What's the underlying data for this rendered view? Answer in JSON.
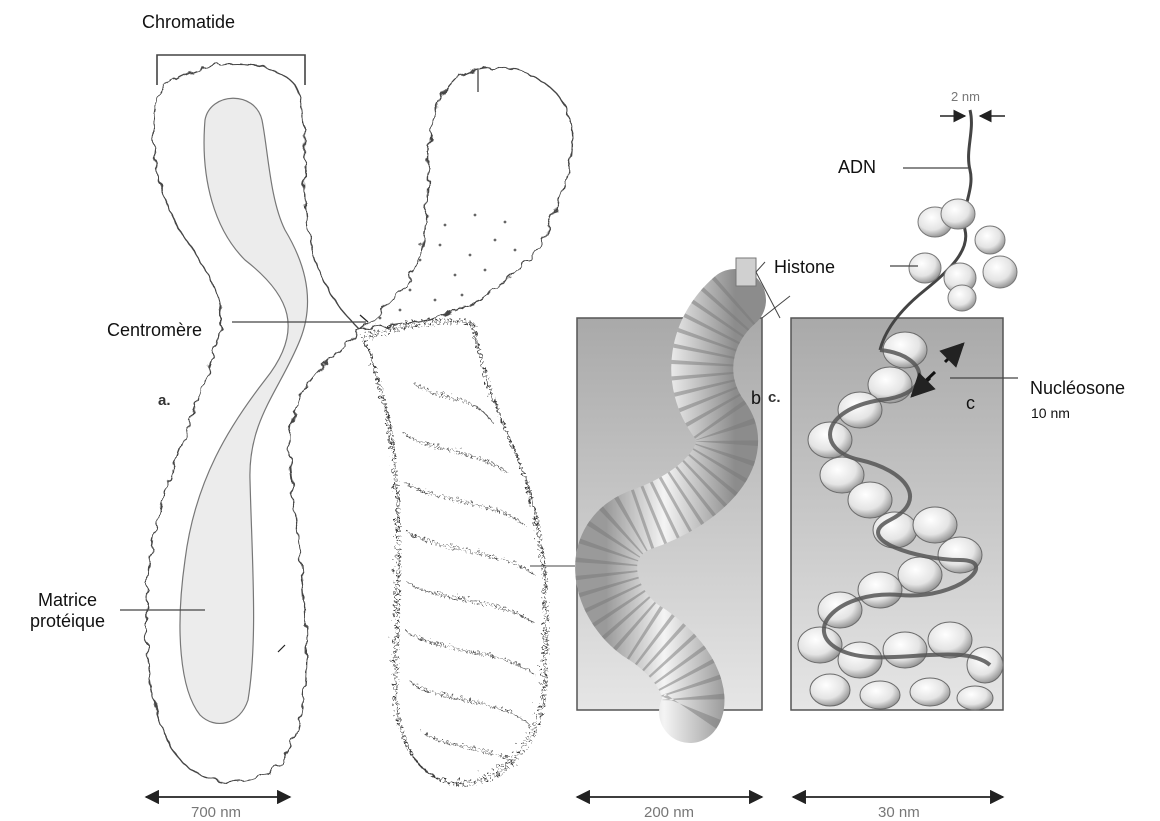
{
  "labels": {
    "chromatide": "Chromatide",
    "centromere": "Centromère",
    "matrice_line1": "Matrice",
    "matrice_line2": "protéique",
    "adn": "ADN",
    "histone": "Histone",
    "nucleosone": "Nucléosone",
    "nucleosone_size": "10 nm",
    "dna_width": "2 nm"
  },
  "panel_tags": {
    "a": "a.",
    "b": "b",
    "c_print": "c.",
    "c": "c"
  },
  "scale_bars": {
    "chromosome": "700 nm",
    "fiber": "200 nm",
    "nucleosome_fiber": "30 nm"
  },
  "colors": {
    "outline": "#444444",
    "matrix_fill": "#ececec",
    "panel_bg": "#b8b8b8",
    "panel_border": "#555555",
    "arrow": "#222222"
  }
}
